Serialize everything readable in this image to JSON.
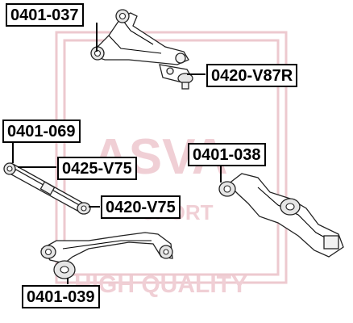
{
  "watermark": {
    "brand": "ASVA",
    "slogan_1": "SPORT",
    "slogan_2": "HIGH QUALITY",
    "color": "#e8b8c0"
  },
  "labels": [
    {
      "id": "upper-control-arm",
      "text": "0401-037"
    },
    {
      "id": "ball-joint",
      "text": "0420-V87R"
    },
    {
      "id": "rear-lateral-link",
      "text": "0401-069"
    },
    {
      "id": "lateral-link-bushing",
      "text": "0425-V75"
    },
    {
      "id": "lateral-link-ball-joint",
      "text": "0420-V75"
    },
    {
      "id": "trailing-arm",
      "text": "0401-038"
    },
    {
      "id": "lower-arm",
      "text": "0401-039"
    }
  ]
}
